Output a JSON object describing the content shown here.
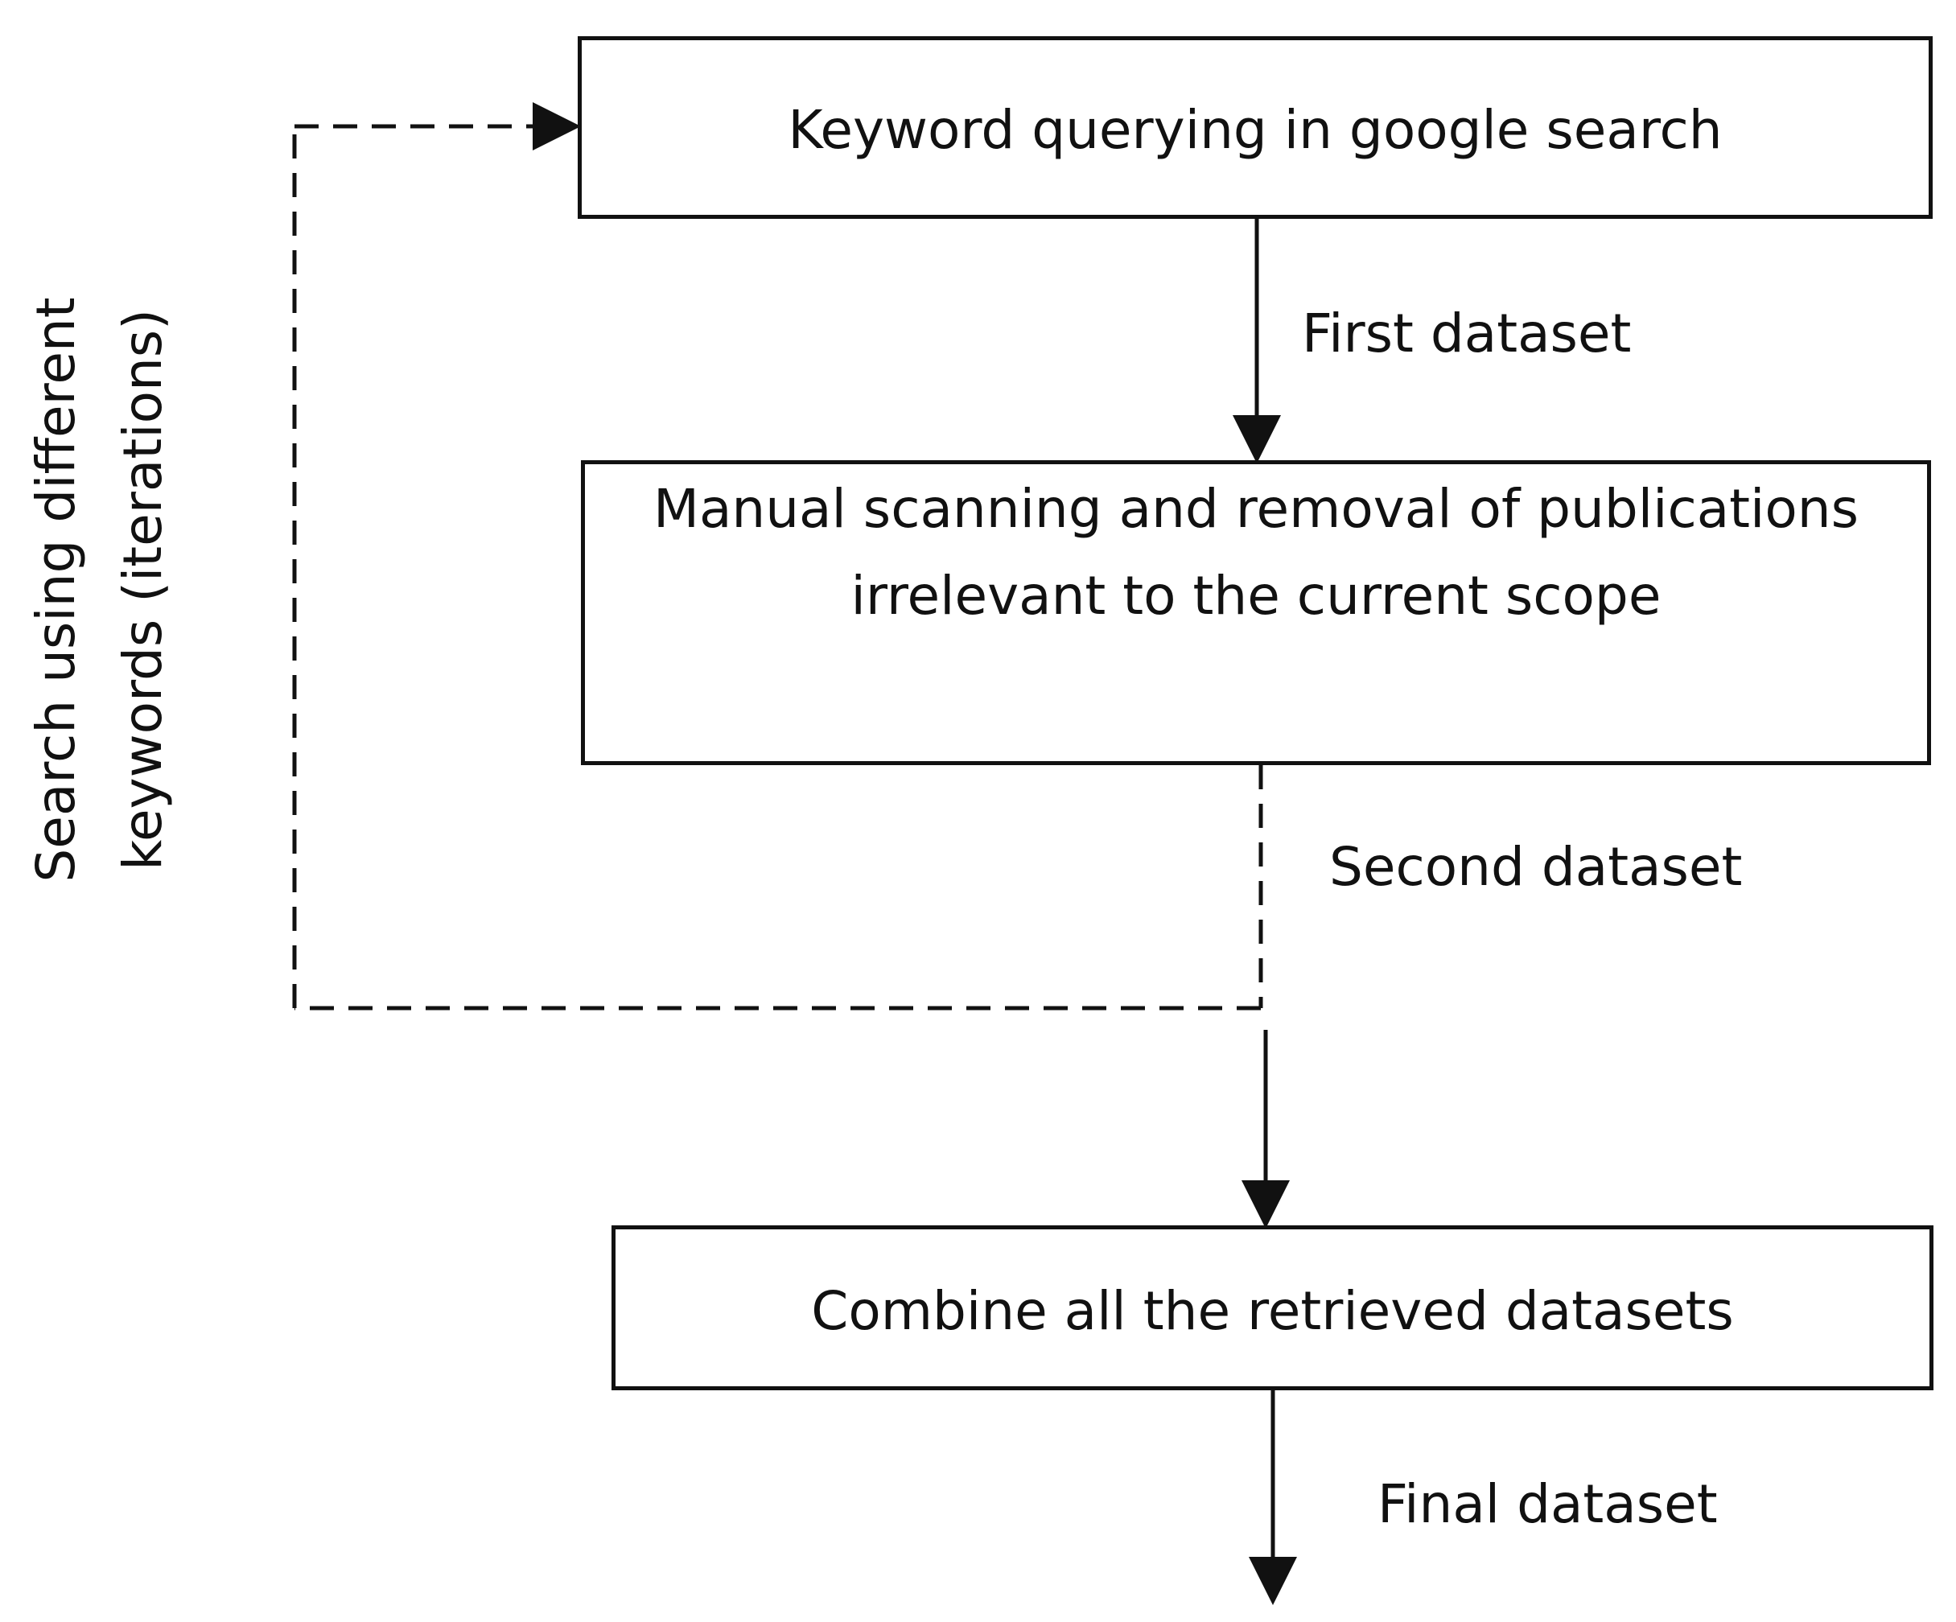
{
  "diagram": {
    "steps": {
      "keyword": "Keyword querying in google search",
      "manual_line1": "Manual scanning and removal of publications",
      "manual_line2": "irrelevant to the current scope",
      "combine": "Combine all the retrieved datasets"
    },
    "edges": {
      "first": "First dataset",
      "second": "Second dataset",
      "final": "Final dataset"
    },
    "loop": {
      "line1": "Search using different",
      "line2": "keywords (iterations)"
    },
    "colors": {
      "stroke": "#111111",
      "background": "#ffffff"
    }
  }
}
